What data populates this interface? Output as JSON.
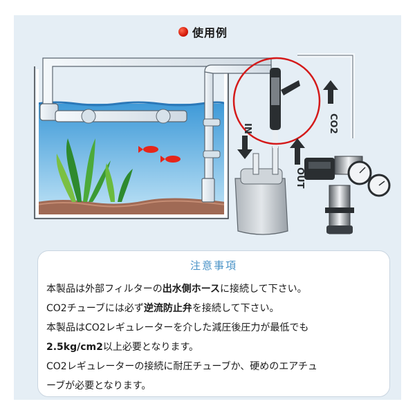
{
  "header": {
    "title": "使用例",
    "bullet_icon": "red-dot-icon"
  },
  "diagram": {
    "label_in": "IN",
    "label_out": "OUT",
    "label_co2": "CO2",
    "colors": {
      "water": "#4aa7e0",
      "sand": "#a06a55",
      "highlight_ring": "#d41a1a",
      "fish": "#e6261a"
    }
  },
  "notes": {
    "title": "注意事項",
    "line1": {
      "a": "本製品は外部フィルターの",
      "b": "出水側ホース",
      "c": "に接続して下さい。"
    },
    "line2": {
      "a": "CO2チューブには必ず",
      "b": "逆流防止弁",
      "c": "を接続して下さい。"
    },
    "line3": "本製品はCO2レギュレーターを介した減圧後圧力が最低でも",
    "line4": {
      "a": "2.5kg/cm2",
      "b": "以上必要となります。"
    },
    "line5": "CO2レギュレーターの接続に耐圧チューブか、硬めのエアチュ",
    "line6": "ーブが必要となります。"
  }
}
